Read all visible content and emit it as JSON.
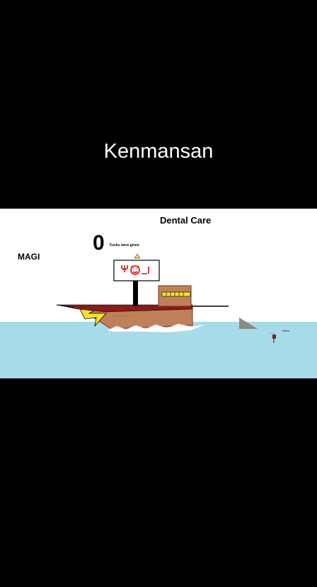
{
  "header": {
    "title": "Kenmansan"
  },
  "scene": {
    "team_name": "Dental Care",
    "opponent_name": "MAGI",
    "counter": {
      "value": "0",
      "caption": "Fucks were given"
    },
    "ship_name_text": "~~~~~~~~~",
    "swimmer_label": "Swim",
    "buoy_label": "~~~"
  },
  "colors": {
    "sea": "#a6dbe8",
    "hull": "#c0805a",
    "deck": "#8b1a1a",
    "shark": "#8a8a8a",
    "bolt": "#f5e12a"
  }
}
